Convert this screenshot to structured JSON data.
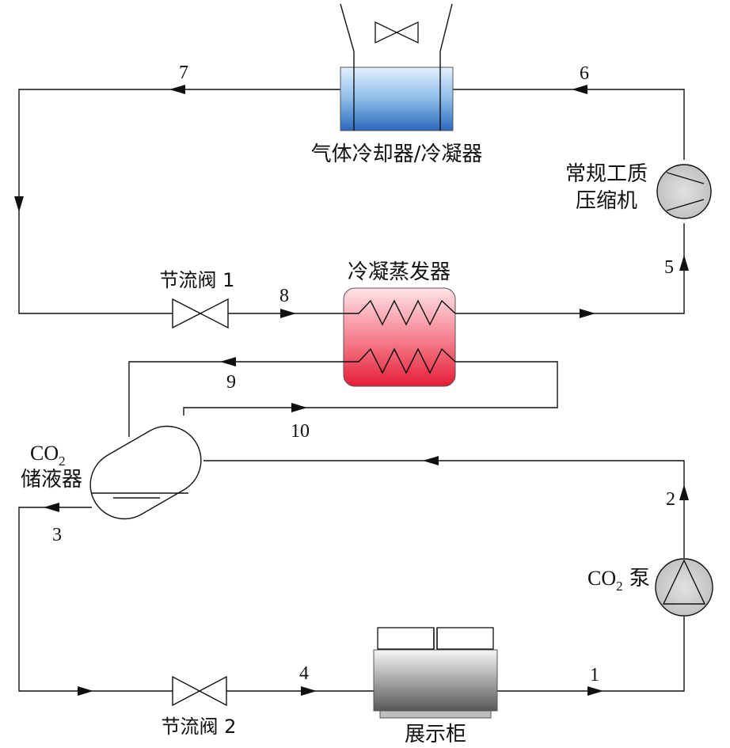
{
  "components": {
    "gas_cooler": "气体冷却器/冷凝器",
    "compressor_line1": "常规工质",
    "compressor_line2": "压缩机",
    "valve1": "节流阀 1",
    "cond_evaporator": "冷凝蒸发器",
    "receiver_line1": "CO",
    "receiver_sub": "2",
    "receiver_line2": "储液器",
    "pump_prefix": "CO",
    "pump_sub": "2",
    "pump_suffix": " 泵",
    "valve2": "节流阀 2",
    "display_cabinet": "展示柜"
  },
  "state_points": {
    "p1": "1",
    "p2": "2",
    "p3": "3",
    "p4": "4",
    "p5": "5",
    "p6": "6",
    "p7": "7",
    "p8": "8",
    "p9": "9",
    "p10": "10"
  },
  "colors": {
    "line": "#111111",
    "cooler_top": "#dfeefb",
    "cooler_bottom": "#2f6fc0",
    "evap_top": "#ffdfe3",
    "evap_bottom": "#e8203a",
    "cabinet_top": "#f4f4f4",
    "cabinet_bottom": "#5e5e5e",
    "equipment_fill": "#d4d4d4"
  }
}
